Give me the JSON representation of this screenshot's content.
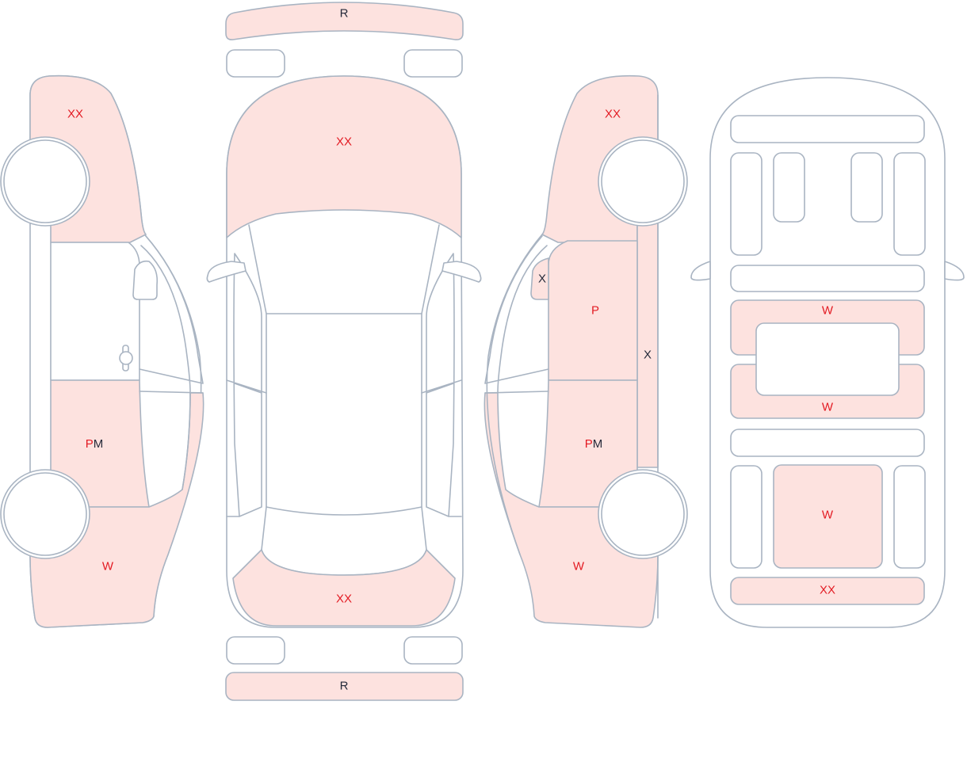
{
  "colors": {
    "outline": "#a9b4c2",
    "damaged_fill": "#fde2df",
    "red_code": "#e31b23",
    "dark_code": "#252a3a"
  },
  "labels": {
    "rear_bumper": "R",
    "front_bumper": "R",
    "top_hood": "XX",
    "top_trunk": "XX",
    "left_fender": "XX",
    "left_rear_quarter": "W",
    "left_rear_door_p": "P",
    "left_rear_door_m": "M",
    "right_fender": "XX",
    "right_mirror": "X",
    "right_rocker": "X",
    "right_front_door": "P",
    "right_rear_door_p": "P",
    "right_rear_door_m": "M",
    "right_rear_quarter": "W",
    "floor_front": "W",
    "floor_middle": "W",
    "floor_trunk": "W",
    "floor_rear": "XX"
  }
}
